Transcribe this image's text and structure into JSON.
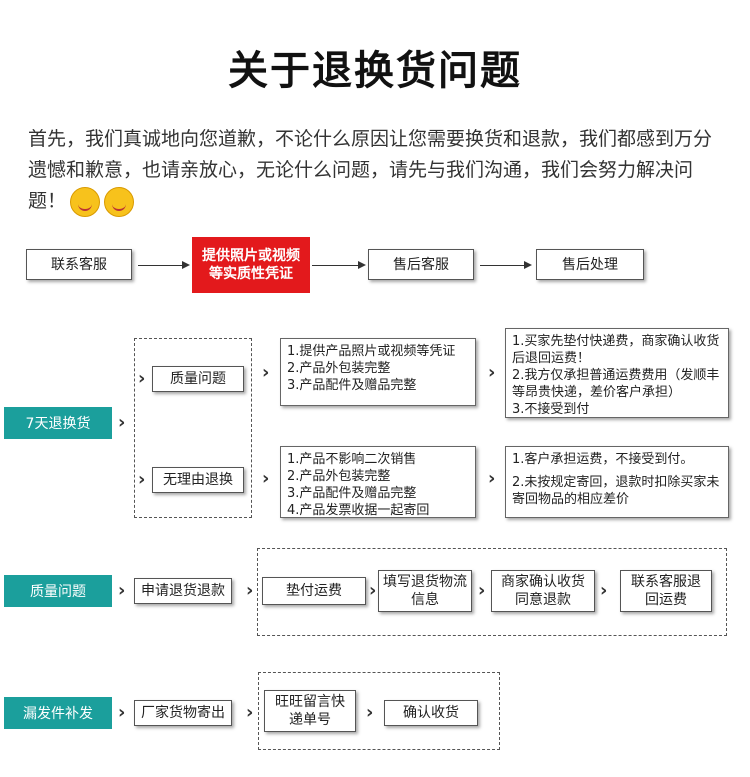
{
  "title": "关于退换货问题",
  "intro": "首先，我们真诚地向您道歉，不论什么原因让您需要换货和退款，我们都感到万分遗憾和歉意，也请亲放心，无论什么问题，请先与我们沟通，我们会努力解决问题！",
  "emoji_icon": "grin-emoji-icon",
  "flow": {
    "step1": "联系客服",
    "step2": "提供照片或视频等实质性凭证",
    "step3": "售后客服",
    "step4": "售后处理"
  },
  "seven_day": {
    "label": "7天退换货",
    "quality": "质量问题",
    "quality_req": [
      "1.提供产品照片或视频等凭证",
      "2.产品外包装完整",
      "3.产品配件及赠品完整"
    ],
    "quality_result": [
      "1.买家先垫付快递费，商家确认收货后退回运费！",
      "2.我方仅承担普通运费费用（发顺丰等昂贵快递，差价客户承担）",
      "3.不接受到付"
    ],
    "no_reason": "无理由退换",
    "no_reason_req": [
      "1.产品不影响二次销售",
      "2.产品外包装完整",
      "3.产品配件及赠品完整",
      "4.产品发票收据一起寄回"
    ],
    "no_reason_result": [
      "1.客户承担运费，不接受到付。",
      "2.未按规定寄回，退款时扣除买家未寄回物品的相应差价"
    ]
  },
  "quality_row": {
    "label": "质量问题",
    "apply": "申请退货退款",
    "s1": "垫付运费",
    "s2": "填写退货物流信息",
    "s3": "商家确认收货同意退款",
    "s4": "联系客服退回运费"
  },
  "missing_row": {
    "label": "漏发件补发",
    "ship": "厂家货物寄出",
    "s1": "旺旺留言快递单号",
    "s2": "确认收货"
  },
  "colors": {
    "teal": "#1b9f9c",
    "red": "#e3191c"
  }
}
